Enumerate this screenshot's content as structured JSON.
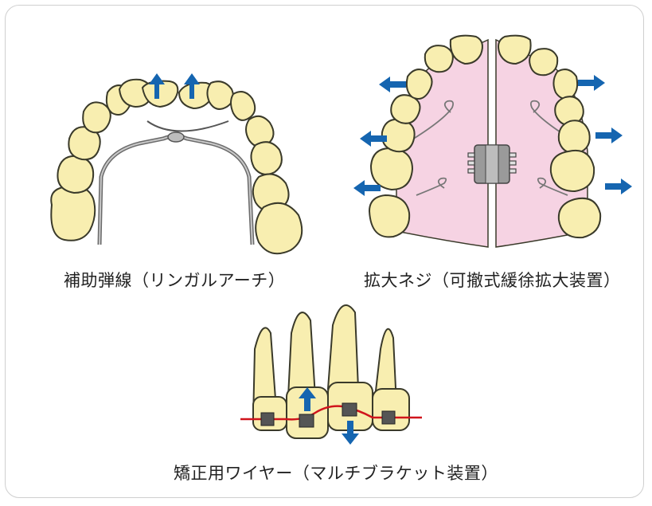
{
  "panels": {
    "lingual_arch": {
      "caption": "補助弾線（リンガルアーチ）"
    },
    "expansion_screw": {
      "caption": "拡大ネジ（可撤式緩徐拡大装置）"
    },
    "bracket_wire": {
      "caption": "矯正用ワイヤー（マルチブラケット装置）"
    }
  },
  "colors": {
    "tooth_fill": "#f8eeb0",
    "tooth_stroke": "#3a3a2a",
    "arrow_blue": "#1565b0",
    "plate_pink": "#f6d3e3",
    "wire_red": "#d0141c",
    "metal_gray": "#8a8a8a",
    "card_border": "#cfcfcf"
  }
}
